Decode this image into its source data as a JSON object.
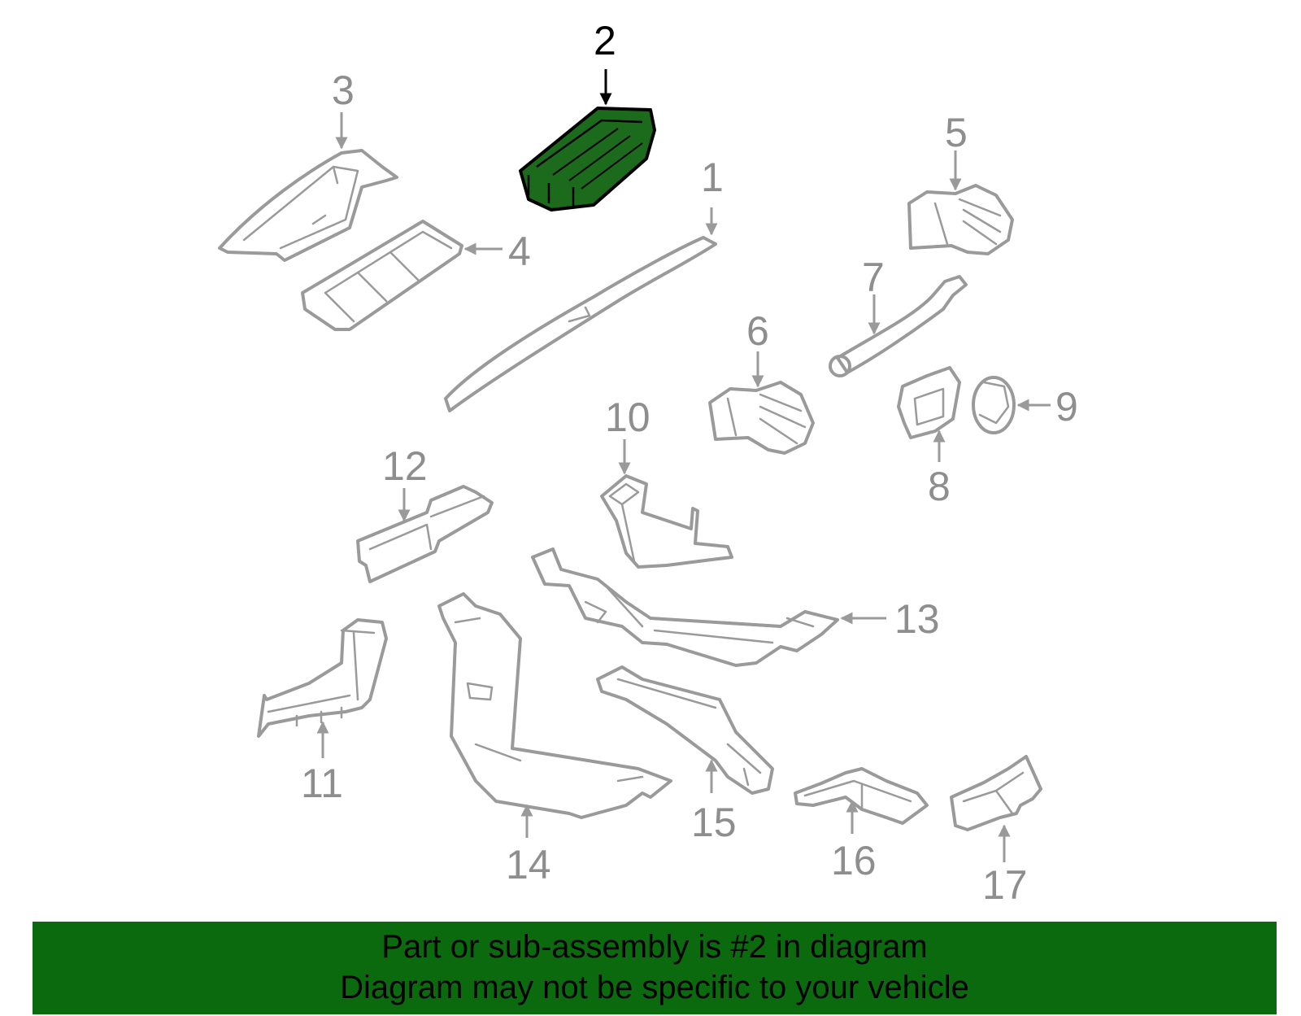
{
  "highlight_color": "#0b6a0e",
  "part_color": "#9a9a9a",
  "callouts": {
    "c1": "1",
    "c2": "2",
    "c3": "3",
    "c4": "4",
    "c5": "5",
    "c6": "6",
    "c7": "7",
    "c8": "8",
    "c9": "9",
    "c10": "10",
    "c11": "11",
    "c12": "12",
    "c13": "13",
    "c14": "14",
    "c15": "15",
    "c16": "16",
    "c17": "17"
  },
  "banner": {
    "line1": "Part or sub-assembly is #2 in diagram",
    "line2": "Diagram may not be specific to your vehicle"
  }
}
